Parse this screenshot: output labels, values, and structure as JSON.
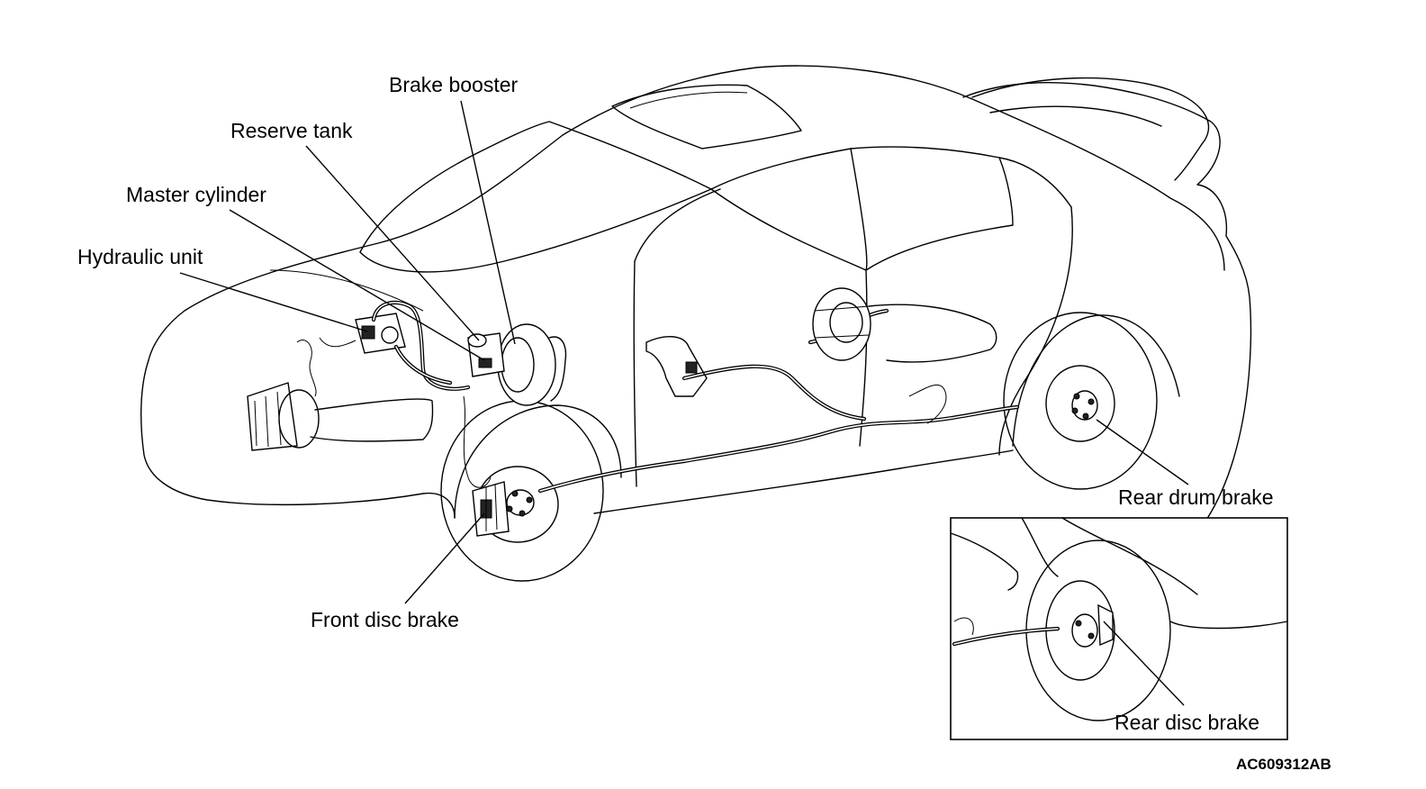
{
  "labels": {
    "brake_booster": "Brake booster",
    "reserve_tank": "Reserve tank",
    "master_cylinder": "Master cylinder",
    "hydraulic_unit": "Hydraulic unit",
    "front_disc_brake": "Front disc brake",
    "rear_drum_brake": "Rear drum brake",
    "rear_disc_brake": "Rear disc brake"
  },
  "figure_code": "AC609312AB",
  "colors": {
    "line": "#000000",
    "background": "#ffffff"
  }
}
